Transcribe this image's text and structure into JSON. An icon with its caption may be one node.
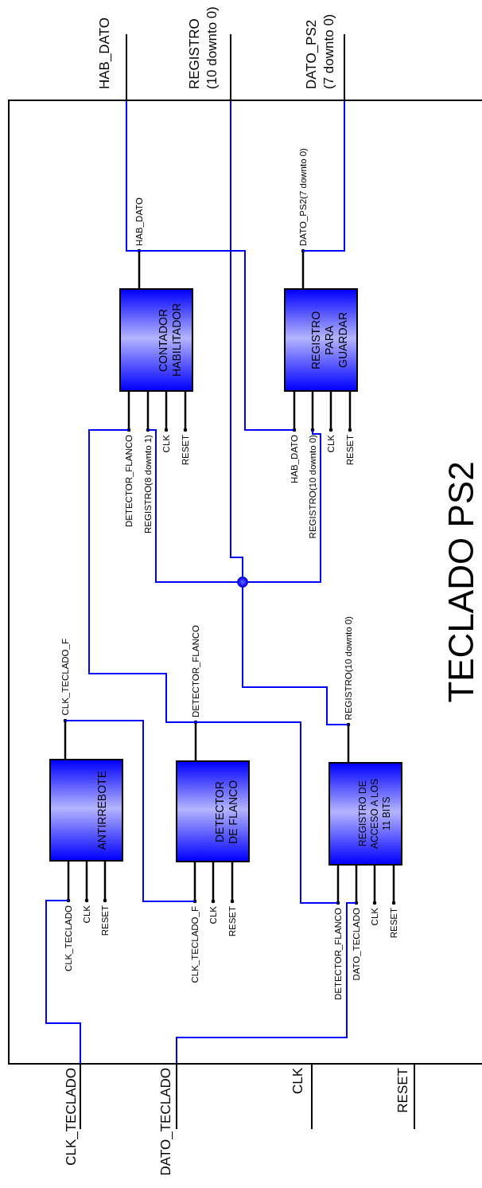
{
  "diagram": {
    "nodes": [
      {
        "text": [
          "HAB_DATO"
        ]
      },
      {
        "text": [
          "REGISTRO (10 downto 0)"
        ]
      },
      {
        "text": [
          "DATO_PS2 (7 downto 0)"
        ]
      },
      {
        "text": [
          "TECLADO PS2"
        ]
      },
      {
        "text": [
          "CONTADOR HABILITADOR"
        ],
        "in": 3
      },
      {
        "text": [
          "HAB_DATO"
        ],
        "in": 3
      },
      {
        "text": [
          "DETECTOR_FLANCO"
        ],
        "in": 3
      },
      {
        "text": [
          "REGISTRO(8 downto 1)"
        ],
        "in": 3
      },
      {
        "text": [
          "CLK"
        ],
        "in": 3
      },
      {
        "text": [
          "RESET"
        ],
        "in": 3
      },
      {
        "text": [
          "REGISTRO PARA GUARDAR"
        ],
        "in": 3
      },
      {
        "text": [
          "DATO_PS2(7 downto 0)"
        ],
        "in": 3
      },
      {
        "text": [
          "HAB_DATO"
        ],
        "in": 3
      },
      {
        "text": [
          "REGISTRO(10 downto 0)"
        ],
        "in": 3
      },
      {
        "text": [
          "CLK"
        ],
        "in": 3
      },
      {
        "text": [
          "RESET"
        ],
        "in": 3
      },
      {
        "text": [],
        "shape": "circle",
        "in": 3
      },
      {
        "text": [
          "ANTIRREBOTE"
        ],
        "in": 3
      },
      {
        "text": [
          "CLK_TECLADO_F"
        ],
        "in": 3
      },
      {
        "text": [
          "CLK_TECLADO"
        ],
        "in": 3
      },
      {
        "text": [
          "CLK"
        ],
        "in": 3
      },
      {
        "text": [
          "RESET"
        ],
        "in": 3
      },
      {
        "text": [
          "DETECTOR DE FLANCO"
        ],
        "in": 3
      },
      {
        "text": [
          "DETECTOR_FLANCO"
        ],
        "in": 3
      },
      {
        "text": [
          "CLK_TECLADO_F"
        ],
        "in": 3
      },
      {
        "text": [
          "CLK"
        ],
        "in": 3
      },
      {
        "text": [
          "RESET"
        ],
        "in": 3
      },
      {
        "text": [
          "REGISTRO DE ACCESO A LOS 11 BITS"
        ],
        "in": 3
      },
      {
        "text": [
          "REGISTRO(10 downto 0)"
        ],
        "in": 3
      },
      {
        "text": [
          "DETECTOR_FLANCO"
        ],
        "in": 3
      },
      {
        "text": [
          "DATO_TECLADO"
        ],
        "in": 3
      },
      {
        "text": [
          "CLK"
        ],
        "in": 3
      },
      {
        "text": [
          "RESET"
        ],
        "in": 3
      },
      {
        "text": [
          "CLK_TECLADO"
        ]
      },
      {
        "text": [
          "DATO_TECLADO"
        ]
      },
      {
        "text": [
          "CLK"
        ]
      },
      {
        "text": [
          "RESET"
        ]
      }
    ],
    "edges": [
      {
        "from": 4,
        "to": 5,
        "arrow": "other"
      },
      {
        "from": 4,
        "to": 6,
        "arrow": "other"
      },
      {
        "from": 4,
        "to": 7,
        "arrow": "other"
      },
      {
        "from": 4,
        "to": 8,
        "arrow": "other"
      },
      {
        "from": 4,
        "to": 9,
        "arrow": "other"
      },
      {
        "from": 10,
        "to": 11,
        "arrow": "other"
      },
      {
        "from": 10,
        "to": 12,
        "arrow": "other"
      },
      {
        "from": 10,
        "to": 13,
        "arrow": "other"
      },
      {
        "from": 10,
        "to": 14,
        "arrow": "other"
      },
      {
        "from": 10,
        "to": 15,
        "arrow": "other"
      },
      {
        "from": 17,
        "to": 18,
        "arrow": "other"
      },
      {
        "from": 17,
        "to": 19,
        "arrow": "other"
      },
      {
        "from": 17,
        "to": 20,
        "arrow": "other"
      },
      {
        "from": 17,
        "to": 21,
        "arrow": "other"
      },
      {
        "from": 22,
        "to": 23,
        "arrow": "other"
      },
      {
        "from": 22,
        "to": 24,
        "arrow": "other"
      },
      {
        "from": 22,
        "to": 25,
        "arrow": "other"
      },
      {
        "from": 22,
        "to": 26,
        "arrow": "other"
      },
      {
        "from": 27,
        "to": 28,
        "arrow": "other"
      },
      {
        "from": 27,
        "to": 29,
        "arrow": "other"
      },
      {
        "from": 27,
        "to": 30,
        "arrow": "other"
      },
      {
        "from": 27,
        "to": 31,
        "arrow": "other"
      },
      {
        "from": 27,
        "to": 32,
        "arrow": "other"
      },
      {
        "from": 0,
        "to": 5,
        "arrow": "none",
        "color": "#0000ff"
      },
      {
        "from": 5,
        "to": 12,
        "arrow": "none",
        "color": "#0000ff"
      },
      {
        "from": 11,
        "to": 2,
        "arrow": "none",
        "color": "#0000ff"
      },
      {
        "from": 1,
        "to": 16,
        "arrow": "none",
        "color": "#0000ff"
      },
      {
        "from": 16,
        "to": 7,
        "arrow": "none",
        "color": "#0000ff"
      },
      {
        "from": 16,
        "to": 13,
        "arrow": "none",
        "color": "#0000ff"
      },
      {
        "from": 16,
        "to": 28,
        "arrow": "none",
        "color": "#0000ff"
      },
      {
        "from": 33,
        "to": 19,
        "arrow": "none",
        "color": "#0000ff"
      },
      {
        "from": 18,
        "to": 24,
        "arrow": "none",
        "color": "#0000ff"
      },
      {
        "from": 23,
        "to": 6,
        "arrow": "none",
        "color": "#0000ff"
      },
      {
        "from": 23,
        "to": 29,
        "arrow": "none",
        "color": "#0000ff"
      },
      {
        "from": 34,
        "to": 30,
        "arrow": "none",
        "color": "#0000ff"
      }
    ]
  }
}
